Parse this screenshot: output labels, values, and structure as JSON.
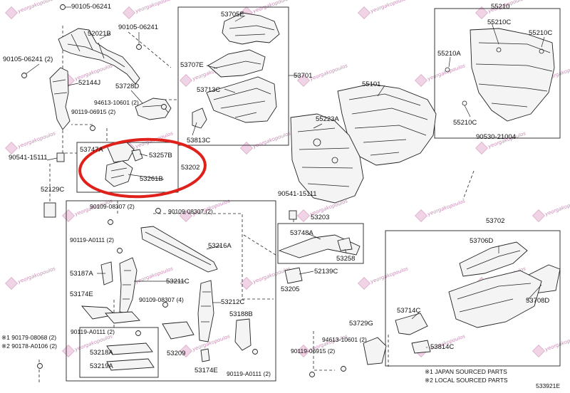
{
  "labels": {
    "p90105_06241_a": "90105-06241",
    "p52021B": "52021B",
    "p90105_06241_b": "90105-06241",
    "p90105_06241_2": "90105-06241 (2)",
    "p52144J": "52144J",
    "p53728D": "53728D",
    "p94613_10601_2a": "94613-10601 (2)",
    "p90119_06915_2a": "90119-06915 (2)",
    "p53705E": "53705E",
    "p53707E": "53707E",
    "p53713C": "53713C",
    "p53701": "53701",
    "p53813C": "53813C",
    "p53747A": "53747A",
    "p53257B": "53257B",
    "p53202": "53202",
    "p53261B": "53261B",
    "p90541_15111_a": "90541-15111",
    "p52129C": "52129C",
    "p55101": "55101",
    "p55223A": "55223A",
    "p55210": "55210",
    "p55210C_a": "55210C",
    "p55210C_b": "55210C",
    "p55210A": "55210A",
    "p55210C_c": "55210C",
    "p90530_21004": "90530-21004",
    "p90109_08307_2a": "90109-08307 (2)",
    "p90109_08307_2b": "90109-08307 (2)",
    "p90119_A0111_2a": "90119-A0111 (2)",
    "p53216A": "53216A",
    "p53187A": "53187A",
    "p53211C": "53211C",
    "p53174E_a": "53174E",
    "p90109_08307_4": "90109-08307 (4)",
    "p53212C": "53212C",
    "p53188B": "53188B",
    "p90119_A0111_2b": "90119-A0111 (2)",
    "p53218A": "53218A",
    "p53219A": "53219A",
    "p53209": "53209",
    "p53174E_b": "53174E",
    "p90119_A0111_2c": "90119-A0111 (2)",
    "p90541_15111_b": "90541-15111",
    "p53203": "53203",
    "p53748A": "53748A",
    "p53258": "53258",
    "p52139C": "52139C",
    "p53205": "53205",
    "p53702": "53702",
    "p53706D": "53706D",
    "p53708D": "53708D",
    "p53714C": "53714C",
    "p53729G": "53729G",
    "p94613_10601_2b": "94613-10601 (2)",
    "p90119_06915_2b": "90119-06915 (2)",
    "p53814C": "53814C",
    "note1": "※1 90179-08068 (2)",
    "note2": "※2 90178-A0106 (2)",
    "legend1": "※1 JAPAN SOURCED PARTS",
    "legend2": "※2 LOCAL SOURCED PARTS",
    "diagram_code": "533921E"
  },
  "watermark_text": "yeorgakopoulos",
  "colors": {
    "highlight_ring": "#e0201a",
    "watermark": "#c98bb5"
  }
}
